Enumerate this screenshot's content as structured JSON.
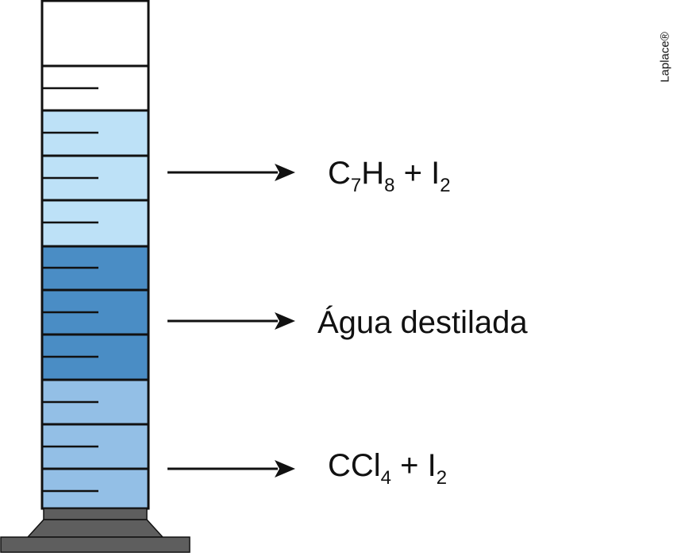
{
  "brand": "Laplace®",
  "colors": {
    "top_layer": "#bde1f7",
    "middle_layer": "#4a8dc5",
    "bottom_layer": "#93bfe6",
    "base": "#5e5e5e",
    "outline": "#111111"
  },
  "labels": {
    "top": {
      "base1": "C",
      "sub1": "7",
      "base2": "H",
      "sub2": "8",
      "rest": " + I",
      "sub3": "2"
    },
    "middle": {
      "text": "Água destilada"
    },
    "bottom": {
      "base1": "CCl",
      "sub1": "4",
      "rest": " + I",
      "sub2": "2"
    }
  }
}
